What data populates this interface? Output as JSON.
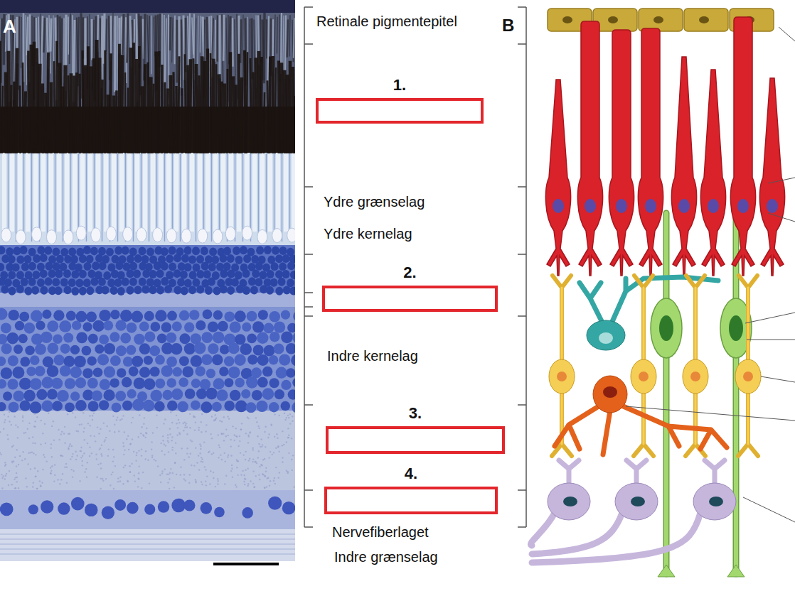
{
  "diagram": {
    "nodes": [
      {
        "text": [
          "1."
        ]
      },
      {
        "text": [
          "2."
        ]
      },
      {
        "text": [
          "3."
        ]
      },
      {
        "text": [
          "4."
        ]
      }
    ],
    "labels": [
      "A",
      "B",
      "Retinale pigmentepitel",
      "Ydre grænselag",
      "Ydre kernelag",
      "Indre kernelag",
      "Nervefiberlaget",
      "Indre grænselag"
    ]
  }
}
